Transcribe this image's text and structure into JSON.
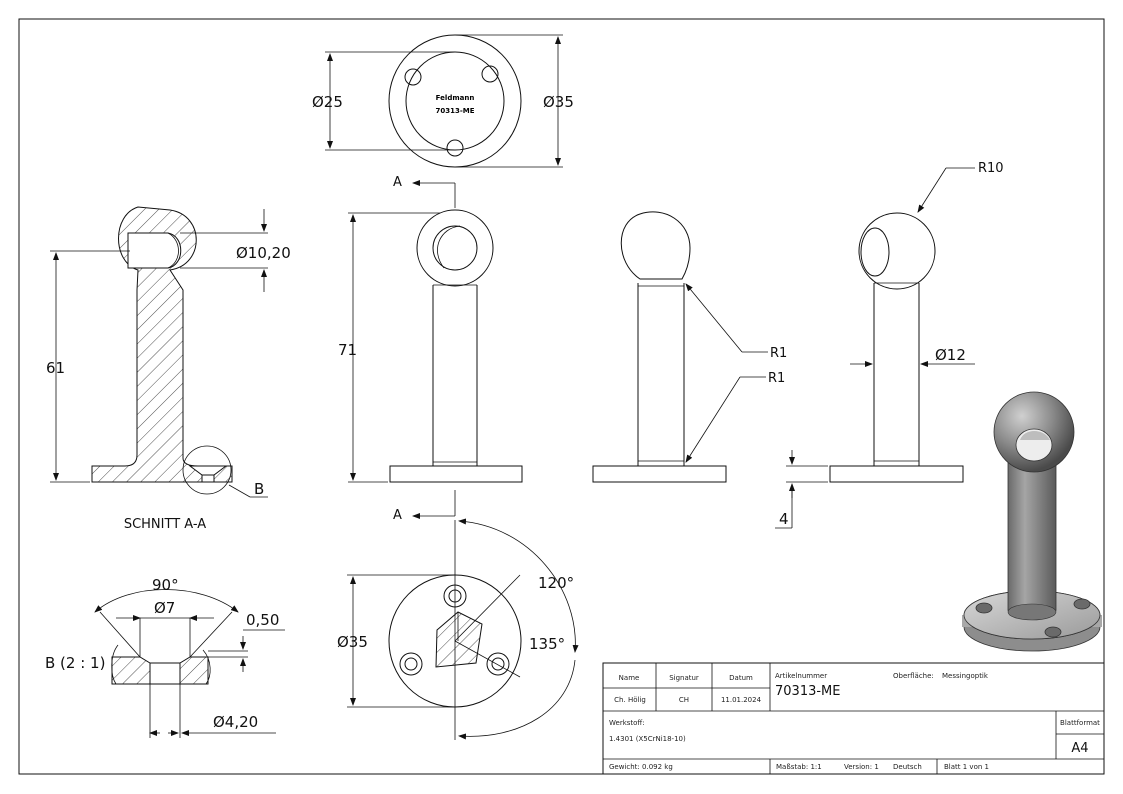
{
  "views": {
    "top": {
      "dia_inner": "Ø25",
      "dia_outer": "Ø35",
      "engrave_line1": "Feldmann",
      "engrave_line2": "70313-ME"
    },
    "section": {
      "title": "SCHNITT A-A",
      "height": "61",
      "bore": "Ø10,20",
      "detail_ref": "B"
    },
    "front": {
      "height": "71",
      "section_mark": "A"
    },
    "side": {
      "radius1": "R1",
      "radius2": "R1"
    },
    "right": {
      "radius_ball": "R10",
      "dia_tube": "Ø12",
      "base_thickness": "4"
    },
    "detail": {
      "title": "B (2 : 1)",
      "angle": "90°",
      "dia_top": "Ø7",
      "depth": "0,50",
      "dia_bottom": "Ø4,20"
    },
    "bottom": {
      "dia": "Ø35",
      "angle1": "120°",
      "angle2": "135°"
    }
  },
  "title_block": {
    "headers": {
      "name": "Name",
      "signature": "Signatur",
      "date": "Datum",
      "article": "Artikelnummer",
      "surface": "Oberfläche:"
    },
    "values": {
      "name": "Ch. Hölig",
      "signature": "CH",
      "date": "11.01.2024",
      "article": "70313-ME",
      "surface": "Messingoptik"
    },
    "material_label": "Werkstoff:",
    "material": "1.4301 (X5CrNi18-10)",
    "sheet_format_label": "Blattformat",
    "sheet_format": "A4",
    "weight": "Gewicht: 0.092 kg",
    "scale": "Maßstab: 1:1",
    "version": "Version: 1",
    "language": "Deutsch",
    "sheet": "Blatt 1 von 1"
  }
}
